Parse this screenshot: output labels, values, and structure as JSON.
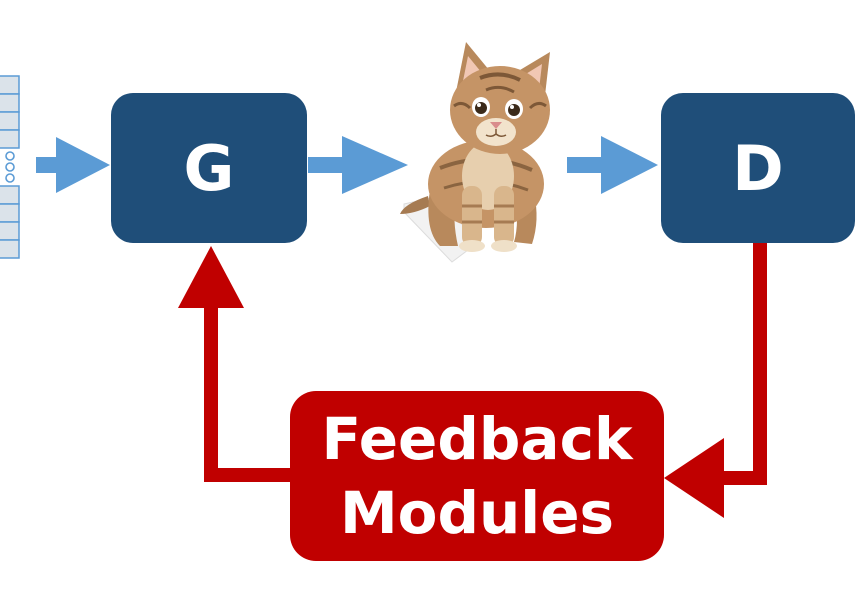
{
  "nodes": {
    "generator": "G",
    "discriminator": "D",
    "feedback_line1": "Feedback",
    "feedback_line2": "Modules"
  },
  "colors": {
    "box_blue": "#1f4e79",
    "forward_arrow": "#5b9bd5",
    "feedback_red": "#c00000",
    "vector_border": "#5b9bd5",
    "vector_fill": "#dbe3ea"
  },
  "icons": {
    "image": "kitten-image",
    "input": "noise-vector-icon"
  }
}
